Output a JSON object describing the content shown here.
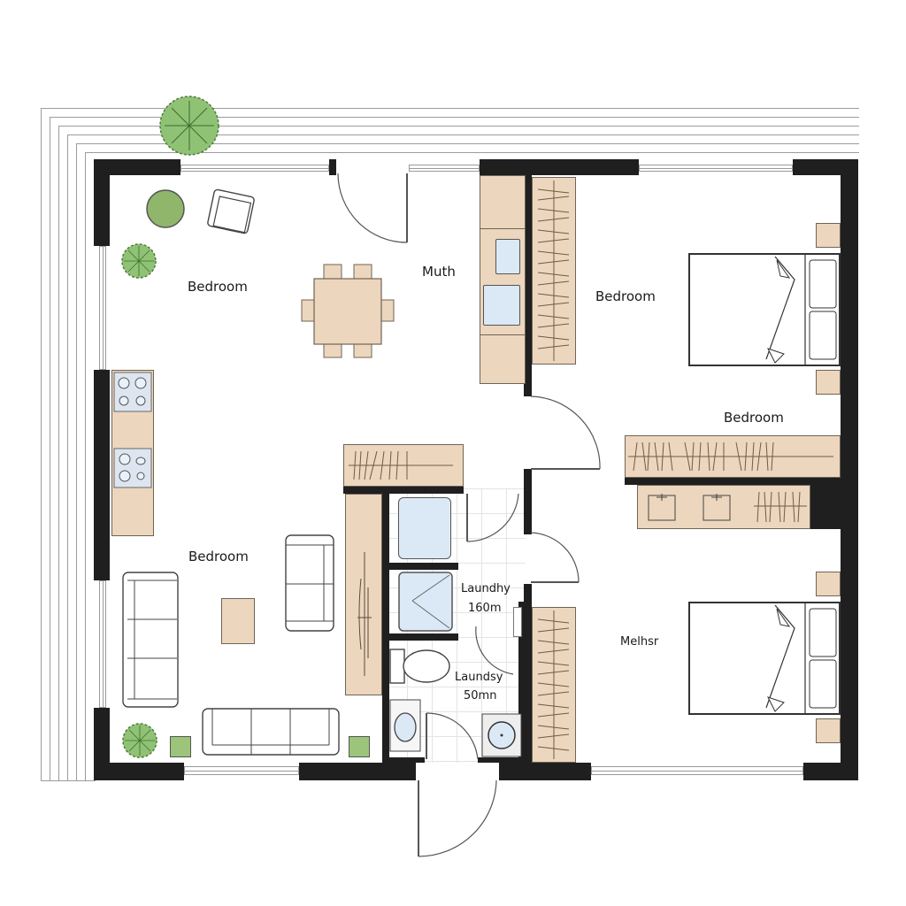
{
  "plan": {
    "type": "floor-plan",
    "colors": {
      "wall": "#1f1f1f",
      "cabinetry": "#ecd6bd",
      "glass": "#dbe9f6",
      "plant": "#8fbf6e",
      "line": "#444444"
    }
  },
  "rooms": [
    {
      "id": "top-left",
      "label": "Bedroom"
    },
    {
      "id": "top-center",
      "label": "Muth"
    },
    {
      "id": "top-right",
      "label": "Bedroom"
    },
    {
      "id": "middle-right",
      "label": "Bedroom"
    },
    {
      "id": "bottom-left",
      "label": "Bedroom"
    },
    {
      "id": "laundry-upper",
      "label": "Laundhy",
      "size": "160m"
    },
    {
      "id": "laundry-lower",
      "label": "Laundsy",
      "size": "50mn"
    },
    {
      "id": "bottom-right",
      "label": "Melhsr"
    }
  ],
  "icons": {
    "tree": "tree-icon",
    "potted_plant": "potted-plant-icon",
    "armchair": "armchair-icon",
    "dining_table": "dining-table-icon",
    "cooktop": "cooktop-icon",
    "sink": "sink-icon",
    "bed": "bed-icon",
    "wardrobe": "wardrobe-icon",
    "sofa": "sofa-icon",
    "coffee_table": "coffee-table-icon",
    "shower": "shower-icon",
    "toilet": "toilet-icon",
    "washing_machine": "washing-machine-icon",
    "door": "door-icon",
    "window": "window-icon"
  }
}
